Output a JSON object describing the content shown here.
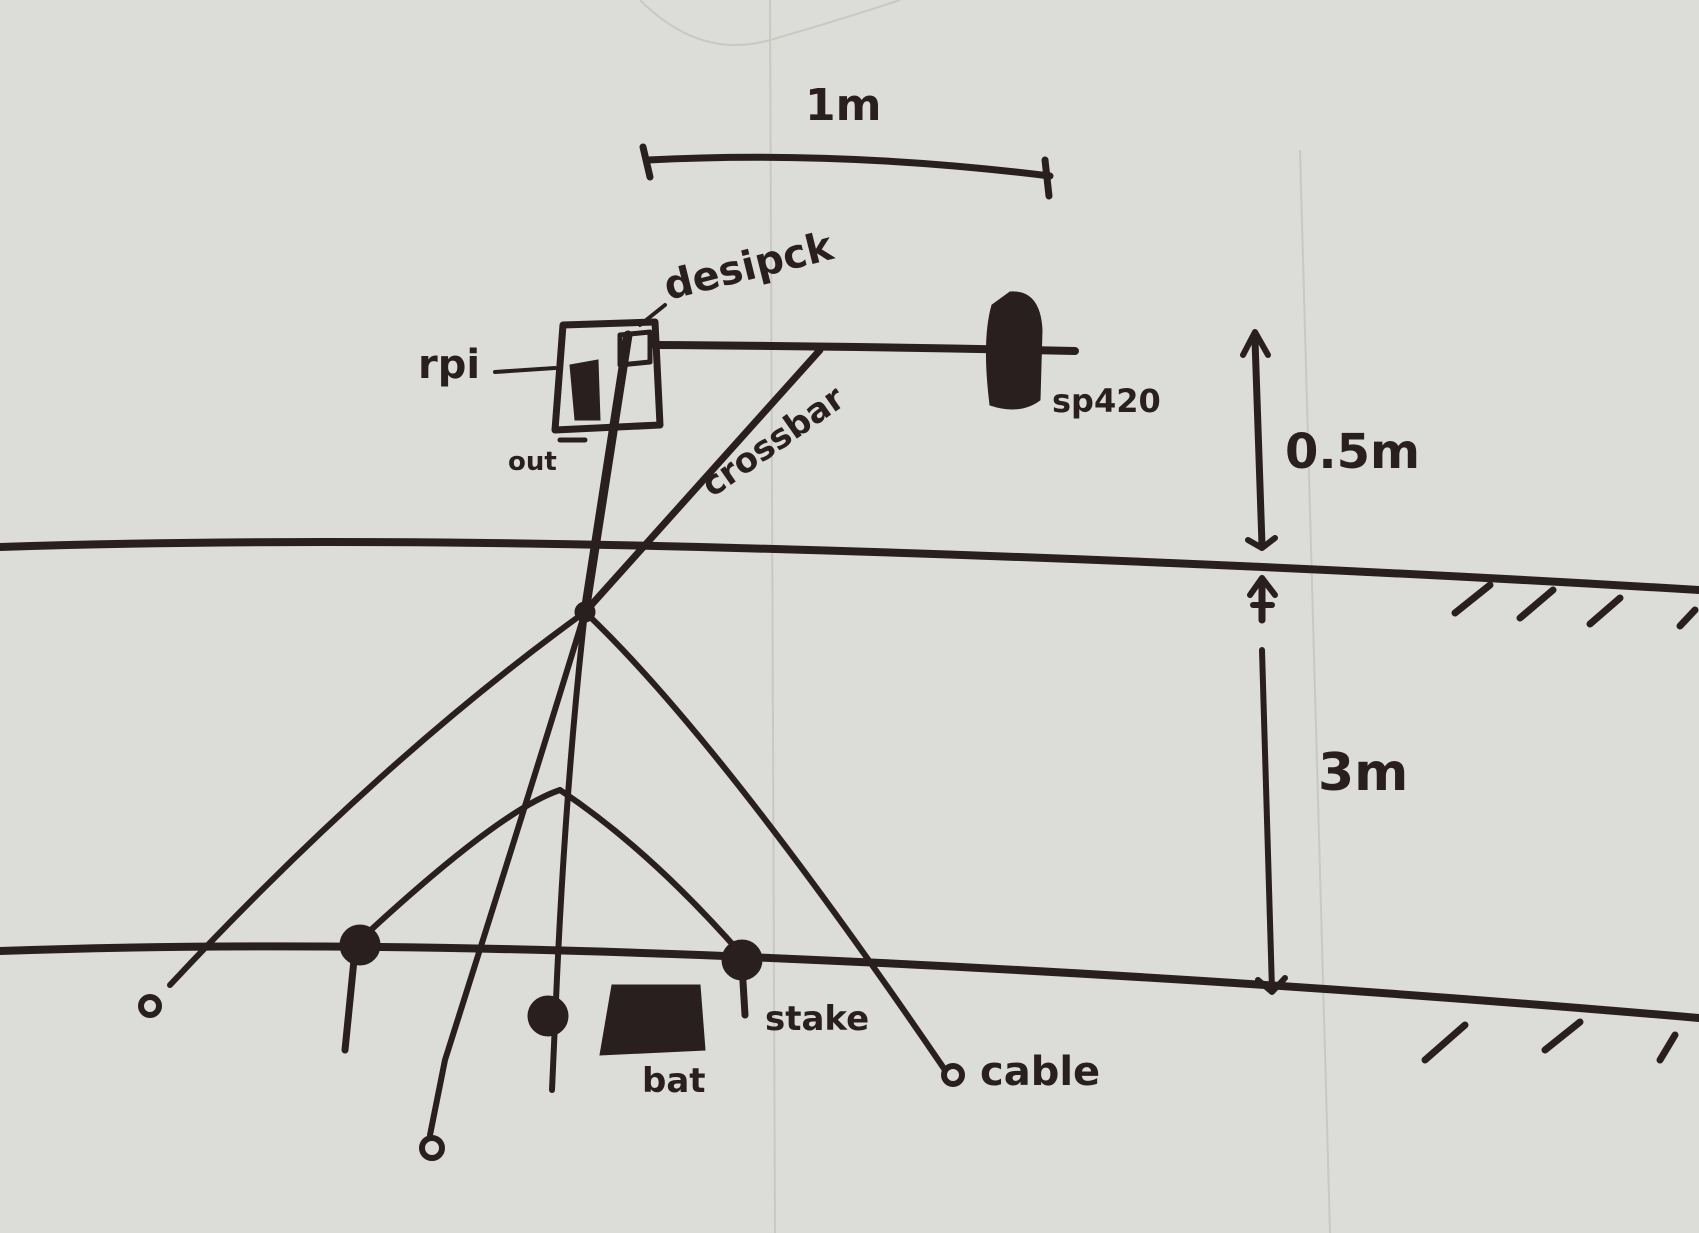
{
  "diagram": {
    "labels": {
      "width": "1m",
      "despik": "desipck",
      "rpi": "rpi",
      "out": "out",
      "crossbar": "crossbar",
      "sensor": "sp420",
      "mast_height": "0.5m",
      "height": "3m",
      "stake": "stake",
      "bat": "bat",
      "cable": "cable"
    },
    "colors": {
      "paper": "#dcdcd8",
      "ink": "#2a1f1f"
    }
  }
}
